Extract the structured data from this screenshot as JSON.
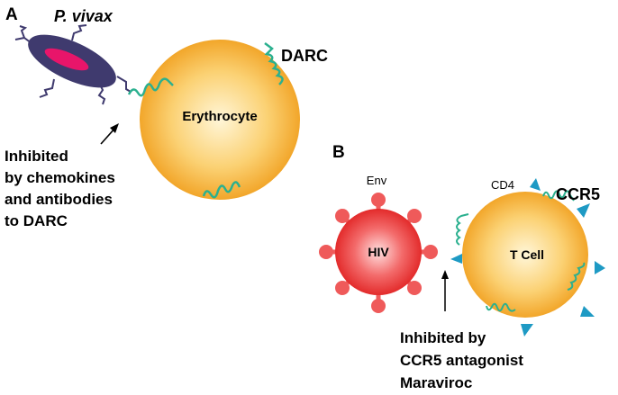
{
  "panel_a": {
    "label": "A",
    "parasite_label": "P. vivax",
    "receptor_label": "DARC",
    "cell_label": "Erythrocyte",
    "inhibition_lines": [
      "Inhibited",
      "by chemokines",
      "and antibodies",
      "to DARC"
    ]
  },
  "panel_b": {
    "label": "B",
    "env_label": "Env",
    "virus_label": "HIV",
    "cd4_label": "CD4",
    "receptor_label": "CCR5",
    "cell_label": "T Cell",
    "inhibition_lines": [
      "Inhibited by",
      "CCR5 antagonist",
      "Maraviroc"
    ]
  },
  "colors": {
    "parasite": "#3f3a6e",
    "nucleus": "#e8156a",
    "cell": "#f6b93a",
    "receptor": "#2bb08f",
    "virus": "#e8343a",
    "cd4": "#1e9ac4"
  }
}
